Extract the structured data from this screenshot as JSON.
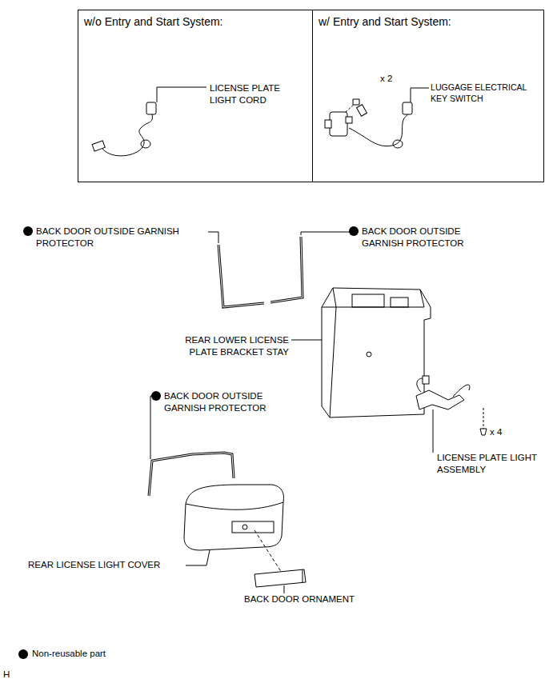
{
  "diagram": {
    "nodes": [
      {
        "text": [
          "w/o Entry and Start System:",
          "LICENSE PLATE LIGHT CORD"
        ]
      },
      {
        "text": [
          "w/ Entry and Start System:",
          "x 2",
          "LUGGAGE ELECTRICAL KEY SWITCH"
        ]
      }
    ],
    "labels": [
      "BACK DOOR OUTSIDE GARNISH PROTECTOR",
      "BACK DOOR OUTSIDE GARNISH PROTECTOR",
      "BACK DOOR OUTSIDE GARNISH PROTECTOR",
      "REAR LOWER LICENSE PLATE BRACKET STAY",
      "LICENSE PLATE LIGHT ASSEMBLY",
      "x 4",
      "REAR LICENSE LIGHT COVER",
      "BACK DOOR ORNAMENT",
      "H"
    ],
    "legend": [
      {
        "text": "Non-reusable part"
      }
    ]
  }
}
